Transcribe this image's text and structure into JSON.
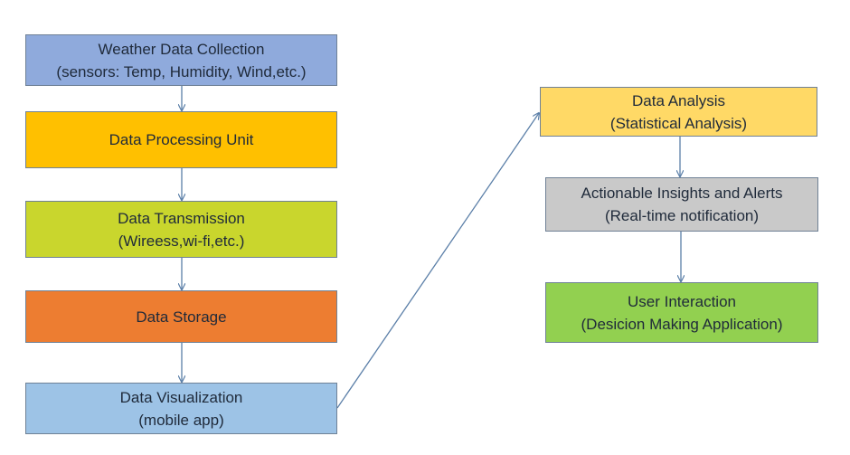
{
  "nodes": [
    {
      "id": "n1",
      "line1": "Weather Data Collection",
      "line2": "(sensors: Temp, Humidity, Wind,etc.)",
      "fill": "#8faadc"
    },
    {
      "id": "n2",
      "line1": "Data Processing Unit",
      "line2": "",
      "fill": "#ffc000"
    },
    {
      "id": "n3",
      "line1": "Data Transmission",
      "line2": "(Wireess,wi-fi,etc.)",
      "fill": "#c9d62d"
    },
    {
      "id": "n4",
      "line1": "Data Storage",
      "line2": "",
      "fill": "#ed7d31"
    },
    {
      "id": "n5",
      "line1": "Data Visualization",
      "line2": "(mobile app)",
      "fill": "#9dc3e6"
    },
    {
      "id": "n6",
      "line1": "Data Analysis",
      "line2": "(Statistical Analysis)",
      "fill": "#ffd966"
    },
    {
      "id": "n7",
      "line1": "Actionable Insights and Alerts",
      "line2": "(Real-time notification)",
      "fill": "#c9c9c9"
    },
    {
      "id": "n8",
      "line1": "User Interaction",
      "line2": "(Desicion Making Application)",
      "fill": "#92d050"
    }
  ],
  "connector_color": "#5b7fa8"
}
